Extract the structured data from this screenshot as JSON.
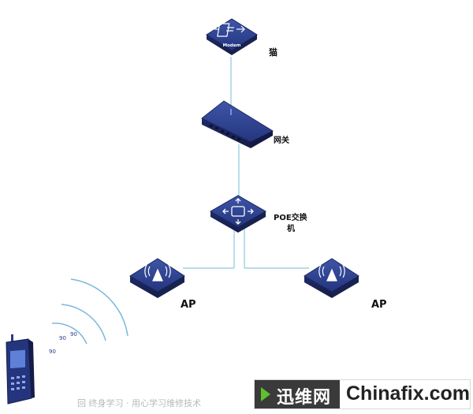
{
  "nodes": {
    "modem": {
      "label": "猫",
      "badge": "Modem"
    },
    "gateway": {
      "label": "网关"
    },
    "poe_switch": {
      "label_line1": "POE交换",
      "label_line2": "机"
    },
    "ap_left": {
      "label": "AP"
    },
    "ap_right": {
      "label": "AP"
    }
  },
  "signal": {
    "labels": [
      "90",
      "90",
      "90"
    ]
  },
  "watermark": {
    "cn": "迅维网",
    "en": "Chinafix.com",
    "sub": "回 终身学习 · 用心学习维修技术"
  },
  "colors": {
    "device_top": "#2a3c8a",
    "device_side": "#1a2760",
    "link": "#9ecfe6",
    "wave": "#7ab8dc"
  }
}
